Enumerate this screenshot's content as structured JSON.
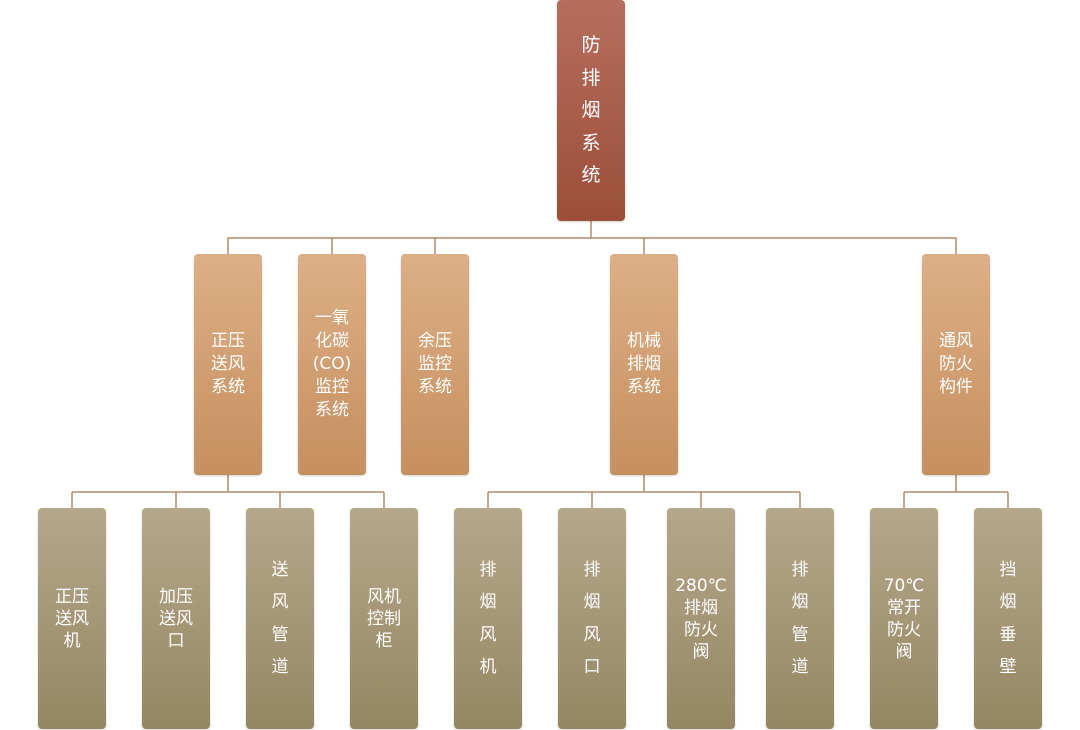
{
  "root": {
    "label": "防\n排\n烟\n系\n统"
  },
  "subsystems": [
    {
      "label": "正压\n送风\n系统"
    },
    {
      "label": "一氧\n化碳\n(CO)\n监控\n系统"
    },
    {
      "label": "余压\n监控\n系统"
    },
    {
      "label": "机械\n排烟\n系统"
    },
    {
      "label": "通风\n防火\n构件"
    }
  ],
  "components": [
    {
      "label": "正压\n送风\n机"
    },
    {
      "label": "加压\n送风\n口"
    },
    {
      "label": "送\n风\n管\n道"
    },
    {
      "label": "风机\n控制\n柜"
    },
    {
      "label": "排\n烟\n风\n机"
    },
    {
      "label": "排\n烟\n风\n口"
    },
    {
      "label": "280℃\n排烟\n防火\n阀"
    },
    {
      "label": "排\n烟\n管\n道"
    },
    {
      "label": "70℃\n常开\n防火\n阀"
    },
    {
      "label": "挡\n烟\n垂\n壁"
    }
  ],
  "colors": {
    "root": "#a65a45",
    "level2": "#d29f72",
    "level3": "#a69878",
    "connector": "#b08a6a"
  }
}
